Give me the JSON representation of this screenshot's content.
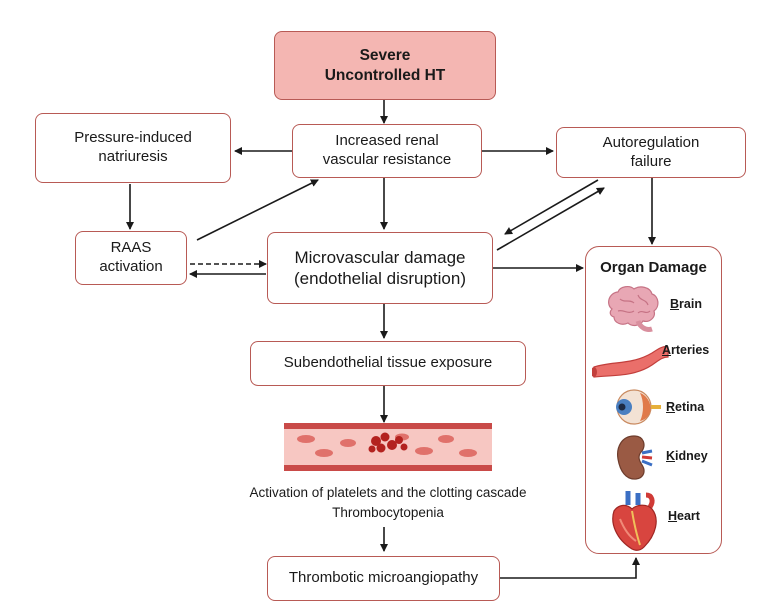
{
  "nodes": {
    "severe": "Severe\nUncontrolled HT",
    "renal": "Increased renal\nvascular resistance",
    "natriuresis": "Pressure-induced\nnatriuresis",
    "autoregulation": "Autoregulation\nfailure",
    "raas": "RAAS\nactivation",
    "microvascular": "Microvascular damage\n(endothelial disruption)",
    "subendothelial": "Subendothelial tissue exposure",
    "platelets": "Activation of platelets and the clotting cascade",
    "thrombocytopenia": "Thrombocytopenia",
    "tma": "Thrombotic microangiopathy"
  },
  "organ_damage": {
    "title": "Organ Damage",
    "organs": [
      {
        "label": "Brain",
        "icon": "brain-icon"
      },
      {
        "label": "Arteries",
        "icon": "artery-icon"
      },
      {
        "label": "Retina",
        "icon": "eye-icon"
      },
      {
        "label": "Kidney",
        "icon": "kidney-icon"
      },
      {
        "label": "Heart",
        "icon": "heart-icon"
      }
    ]
  },
  "colors": {
    "box_border": "#b85a55",
    "top_fill": "#f4b6b2",
    "vessel": "#e8746e"
  }
}
